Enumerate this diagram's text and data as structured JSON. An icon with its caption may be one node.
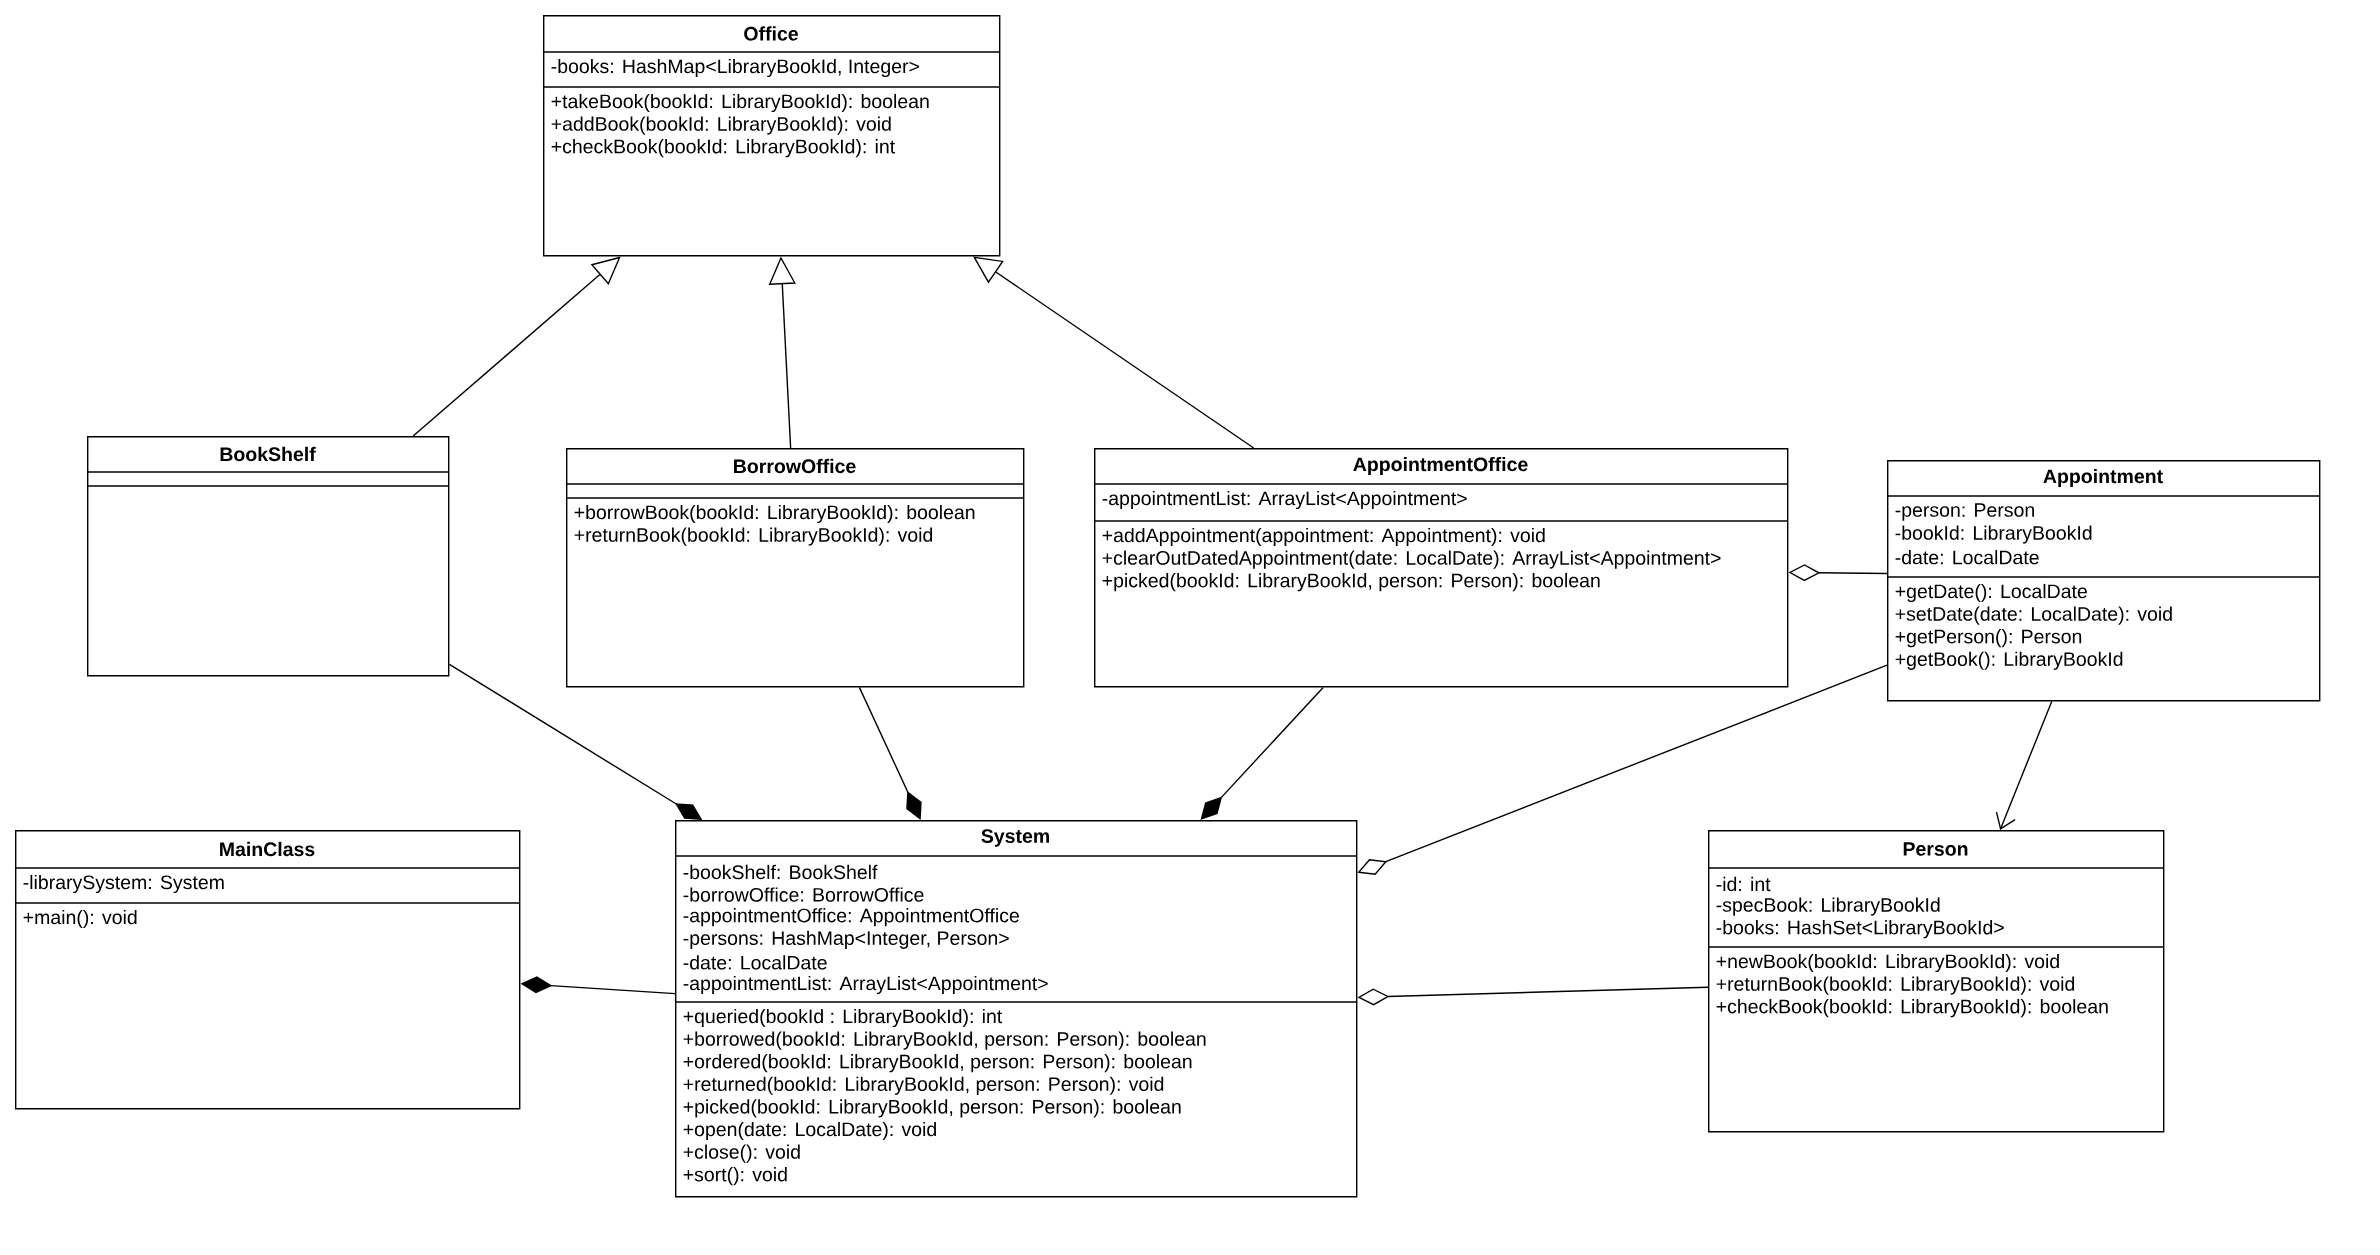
{
  "diagram": {
    "nodes": [
      {
        "text": [
          "Office",
          "-books: HashMap<LibraryBookId, Integer>",
          "+takeBook(bookId: LibraryBookId): boolean",
          "+addBook(bookId: LibraryBookId): void",
          "+checkBook(bookId: LibraryBookId): int"
        ]
      },
      {
        "text": [
          "BookShelf"
        ]
      },
      {
        "text": [
          "BorrowOffice",
          "+borrowBook(bookId: LibraryBookId): boolean",
          "+returnBook(bookId: LibraryBookId): void"
        ]
      },
      {
        "text": [
          "AppointmentOffice",
          "-appointmentList: ArrayList<Appointment>",
          "+addAppointment(appointment: Appointment): void",
          "+clearOutDatedAppointment(date: LocalDate): ArrayList<Appointment>",
          "+picked(bookId: LibraryBookId, person: Person): boolean"
        ]
      },
      {
        "text": [
          "Appointment",
          "-person: Person",
          "-bookId: LibraryBookId",
          "-date: LocalDate",
          "+getDate(): LocalDate",
          "+setDate(date: LocalDate): void",
          "+getPerson(): Person",
          "+getBook(): LibraryBookId"
        ]
      },
      {
        "text": [
          "MainClass",
          "-librarySystem: System",
          "+main(): void"
        ]
      },
      {
        "text": [
          "System",
          "-bookShelf: BookShelf",
          "-borrowOffice: BorrowOffice",
          "-appointmentOffice: AppointmentOffice",
          "-persons: HashMap<Integer, Person>",
          "-date: LocalDate",
          "-appointmentList: ArrayList<Appointment>",
          "+queried(bookId : LibraryBookId): int",
          "+borrowed(bookId: LibraryBookId, person: Person): boolean",
          "+ordered(bookId: LibraryBookId, person: Person): boolean",
          "+returned(bookId: LibraryBookId, person: Person): void",
          "+picked(bookId: LibraryBookId, person: Person): boolean",
          "+open(date: LocalDate): void",
          "+close(): void",
          "+sort(): void"
        ]
      },
      {
        "text": [
          "Person",
          "-id: int",
          "-specBook: LibraryBookId",
          "-books: HashSet<LibraryBookId>",
          "+newBook(bookId: LibraryBookId): void",
          "+returnBook(bookId: LibraryBookId): void",
          "+checkBook(bookId: LibraryBookId): boolean"
        ]
      }
    ],
    "edges": [
      {
        "from": 1,
        "to": 0,
        "arrow": "to"
      },
      {
        "from": 2,
        "to": 0,
        "arrow": "to"
      },
      {
        "from": 3,
        "to": 0,
        "arrow": "to"
      },
      {
        "from": 1,
        "to": 6,
        "arrow": "other"
      },
      {
        "from": 2,
        "to": 6,
        "arrow": "other"
      },
      {
        "from": 3,
        "to": 6,
        "arrow": "other"
      },
      {
        "from": 6,
        "to": 5,
        "arrow": "other"
      },
      {
        "from": 4,
        "to": 3,
        "arrow": "other"
      },
      {
        "from": 4,
        "to": 6,
        "arrow": "other"
      },
      {
        "from": 7,
        "to": 6,
        "arrow": "other"
      },
      {
        "from": 4,
        "to": 7,
        "arrow": "to"
      }
    ]
  }
}
